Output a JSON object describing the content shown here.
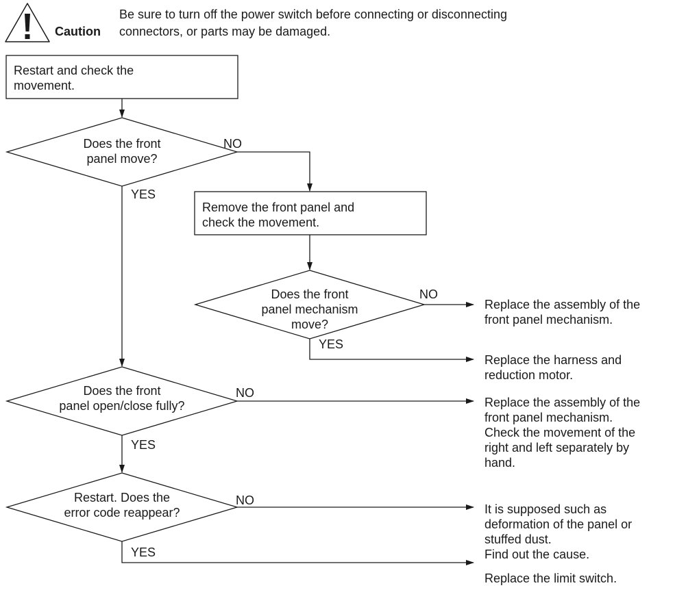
{
  "caution": {
    "icon": "warning-triangle-icon",
    "label": "Caution",
    "text_line1": "Be sure to turn off the power switch before connecting or disconnecting",
    "text_line2": "connectors, or parts may be damaged."
  },
  "boxes": {
    "restart": {
      "line1": "Restart and check the",
      "line2": "movement."
    },
    "remove_panel": {
      "line1": "Remove the front panel and",
      "line2": "check the movement."
    }
  },
  "decisions": {
    "front_panel_move": {
      "line1": "Does the front",
      "line2": "panel move?"
    },
    "mechanism_move": {
      "line1": "Does the front",
      "line2": "panel mechanism",
      "line3": "move?"
    },
    "open_close": {
      "line1": "Does the front",
      "line2": "panel open/close fully?"
    },
    "error_reappear": {
      "line1": "Restart. Does the",
      "line2": "error code reappear?"
    }
  },
  "branch_labels": {
    "yes": "YES",
    "no": "NO"
  },
  "outcomes": {
    "replace_mechanism_1": {
      "line1": "Replace the assembly of the",
      "line2": "front panel mechanism."
    },
    "replace_harness": {
      "line1": "Replace the harness and",
      "line2": "reduction motor."
    },
    "replace_mechanism_2": {
      "line1": "Replace the assembly of the",
      "line2": "front panel mechanism.",
      "line3": "Check the movement of the",
      "line4": "right and left separately by",
      "line5": "hand."
    },
    "deformation": {
      "line1": "It is supposed such as",
      "line2": "deformation of the panel or",
      "line3": "stuffed dust.",
      "line4": "Find out the cause."
    },
    "replace_limit_switch": {
      "line1": "Replace the limit switch."
    }
  }
}
